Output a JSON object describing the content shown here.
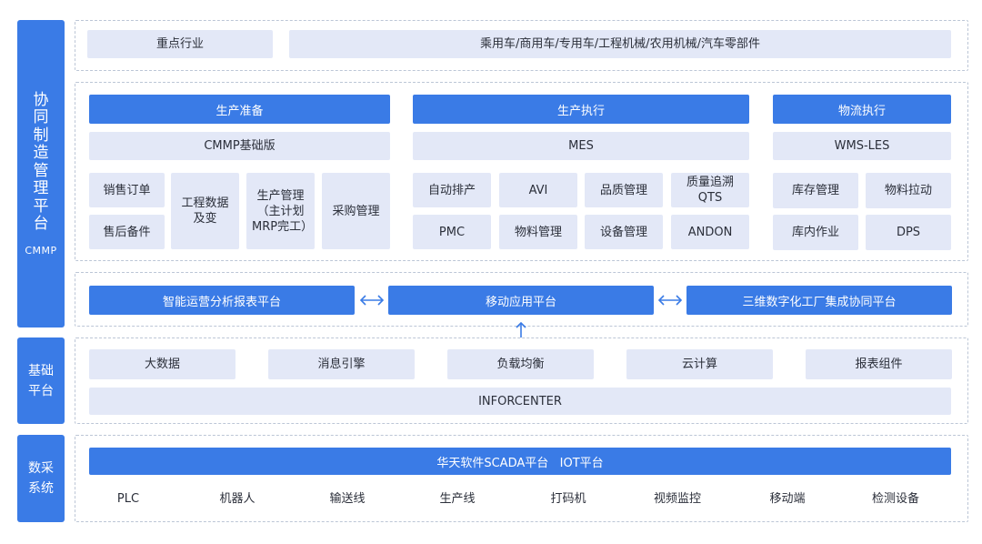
{
  "sidebar": {
    "cmmp": {
      "title": "协同制造管理平台",
      "sub": "CMMP"
    },
    "base": {
      "title": "基础平台"
    },
    "collect": {
      "title": "数采系统"
    }
  },
  "industry": {
    "label": "重点行业",
    "value": "乘用车/商用车/专用车/工程机械/农用机械/汽车零部件"
  },
  "prep": {
    "header": "生产准备",
    "sub": "CMMP基础版",
    "items": [
      "销售订单",
      "售后备件",
      "工程数据及变",
      "生产管理（主计划MRP完工）",
      "采购管理"
    ]
  },
  "exec": {
    "header": "生产执行",
    "sub": "MES",
    "items": [
      "自动排产",
      "AVI",
      "品质管理",
      "质量追溯QTS",
      "PMC",
      "物料管理",
      "设备管理",
      "ANDON"
    ]
  },
  "logistics": {
    "header": "物流执行",
    "sub": "WMS-LES",
    "items": [
      "库存管理",
      "物料拉动",
      "库内作业",
      "DPS"
    ]
  },
  "platforms": [
    "智能运营分析报表平台",
    "移动应用平台",
    "三维数字化工厂集成协同平台"
  ],
  "base": {
    "items": [
      "大数据",
      "消息引擎",
      "负载均衡",
      "云计算",
      "报表组件"
    ],
    "inforcenter": "INFORCENTER"
  },
  "collect": {
    "header": "华天软件SCADA平台   IOT平台",
    "items": [
      "PLC",
      "机器人",
      "输送线",
      "生产线",
      "打码机",
      "视频监控",
      "移动端",
      "检测设备"
    ]
  },
  "colors": {
    "accent": "#3a7be6",
    "box": "#e3e8f7",
    "border": "#bcc6d6"
  }
}
